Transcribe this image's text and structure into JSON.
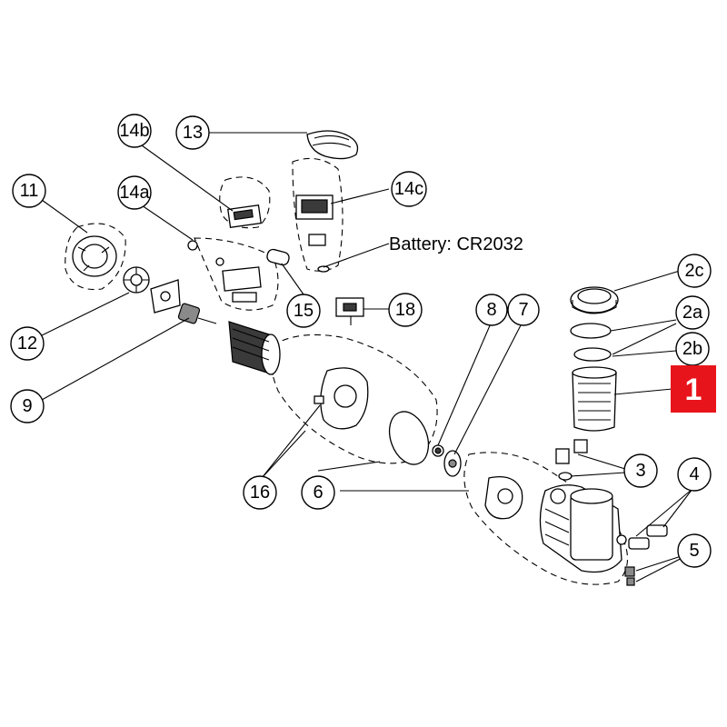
{
  "diagram": {
    "note": "Battery: CR2032",
    "highlight": {
      "label": "1",
      "color": "#e8141b"
    },
    "callouts": {
      "c13": "13",
      "c14b": "14b",
      "c11": "11",
      "c14a": "14a",
      "c14c": "14c",
      "c12": "12",
      "c15": "15",
      "c18": "18",
      "c9": "9",
      "c8": "8",
      "c7": "7",
      "c2c": "2c",
      "c2a": "2a",
      "c2b": "2b",
      "c3": "3",
      "c4": "4",
      "c5": "5",
      "c16": "16",
      "c6": "6"
    },
    "icons": [
      "exploded-pump-drawing"
    ]
  }
}
